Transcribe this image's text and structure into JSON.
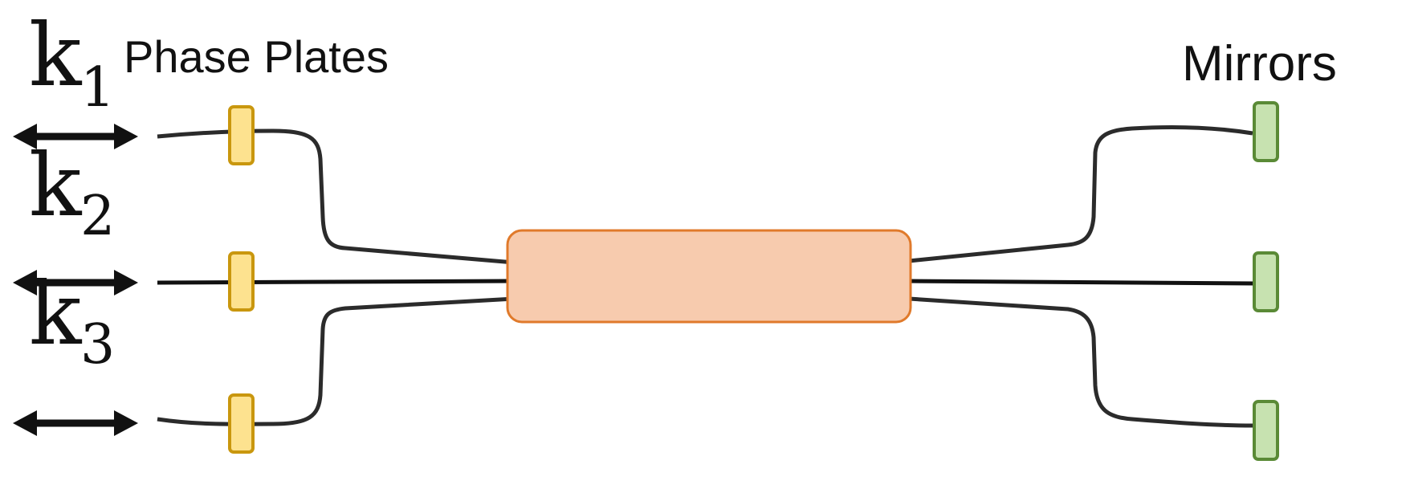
{
  "labels": {
    "phase_plates": "Phase Plates",
    "mirrors": "Mirrors"
  },
  "ports": [
    {
      "symbol": "k",
      "subscript": "1"
    },
    {
      "symbol": "k",
      "subscript": "2"
    },
    {
      "symbol": "k",
      "subscript": "3"
    }
  ],
  "colors": {
    "phase_plate_fill": "#FDE28F",
    "phase_plate_stroke": "#C9970E",
    "mirror_fill": "#C7E2B0",
    "mirror_stroke": "#5A8A36",
    "coupler_fill": "#F7CBAE",
    "coupler_stroke": "#E07A2B",
    "line": "#2b2b2b"
  },
  "icons": {
    "arrow": "double-headed-arrow",
    "phase_plate": "rounded-rectangle",
    "mirror": "rounded-rectangle",
    "coupler": "rounded-rectangle"
  }
}
